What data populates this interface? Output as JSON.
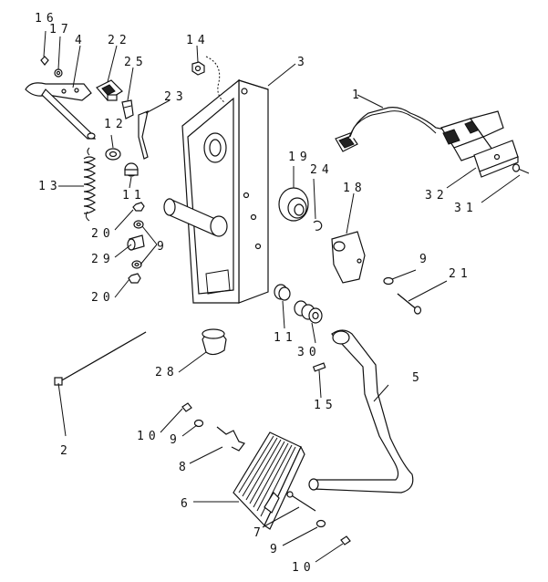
{
  "labels": {
    "p16": "16",
    "p17": "17",
    "p4": "4",
    "p22": "22",
    "p25": "25",
    "p14": "14",
    "p3": "3",
    "p23": "23",
    "p12": "12",
    "p1": "1",
    "p13": "13",
    "p11a": "11",
    "p19": "19",
    "p24": "24",
    "p18": "18",
    "p32": "32",
    "p31": "31",
    "p20a": "20",
    "p9a": "9",
    "p29": "29",
    "p20b": "20",
    "p9b": "9",
    "p21": "21",
    "p11b": "11",
    "p30": "30",
    "p28": "28",
    "p15": "15",
    "p5": "5",
    "p2": "2",
    "p10a": "10",
    "p9c": "9",
    "p8": "8",
    "p6": "6",
    "p7": "7",
    "p9d": "9",
    "p10b": "10"
  }
}
